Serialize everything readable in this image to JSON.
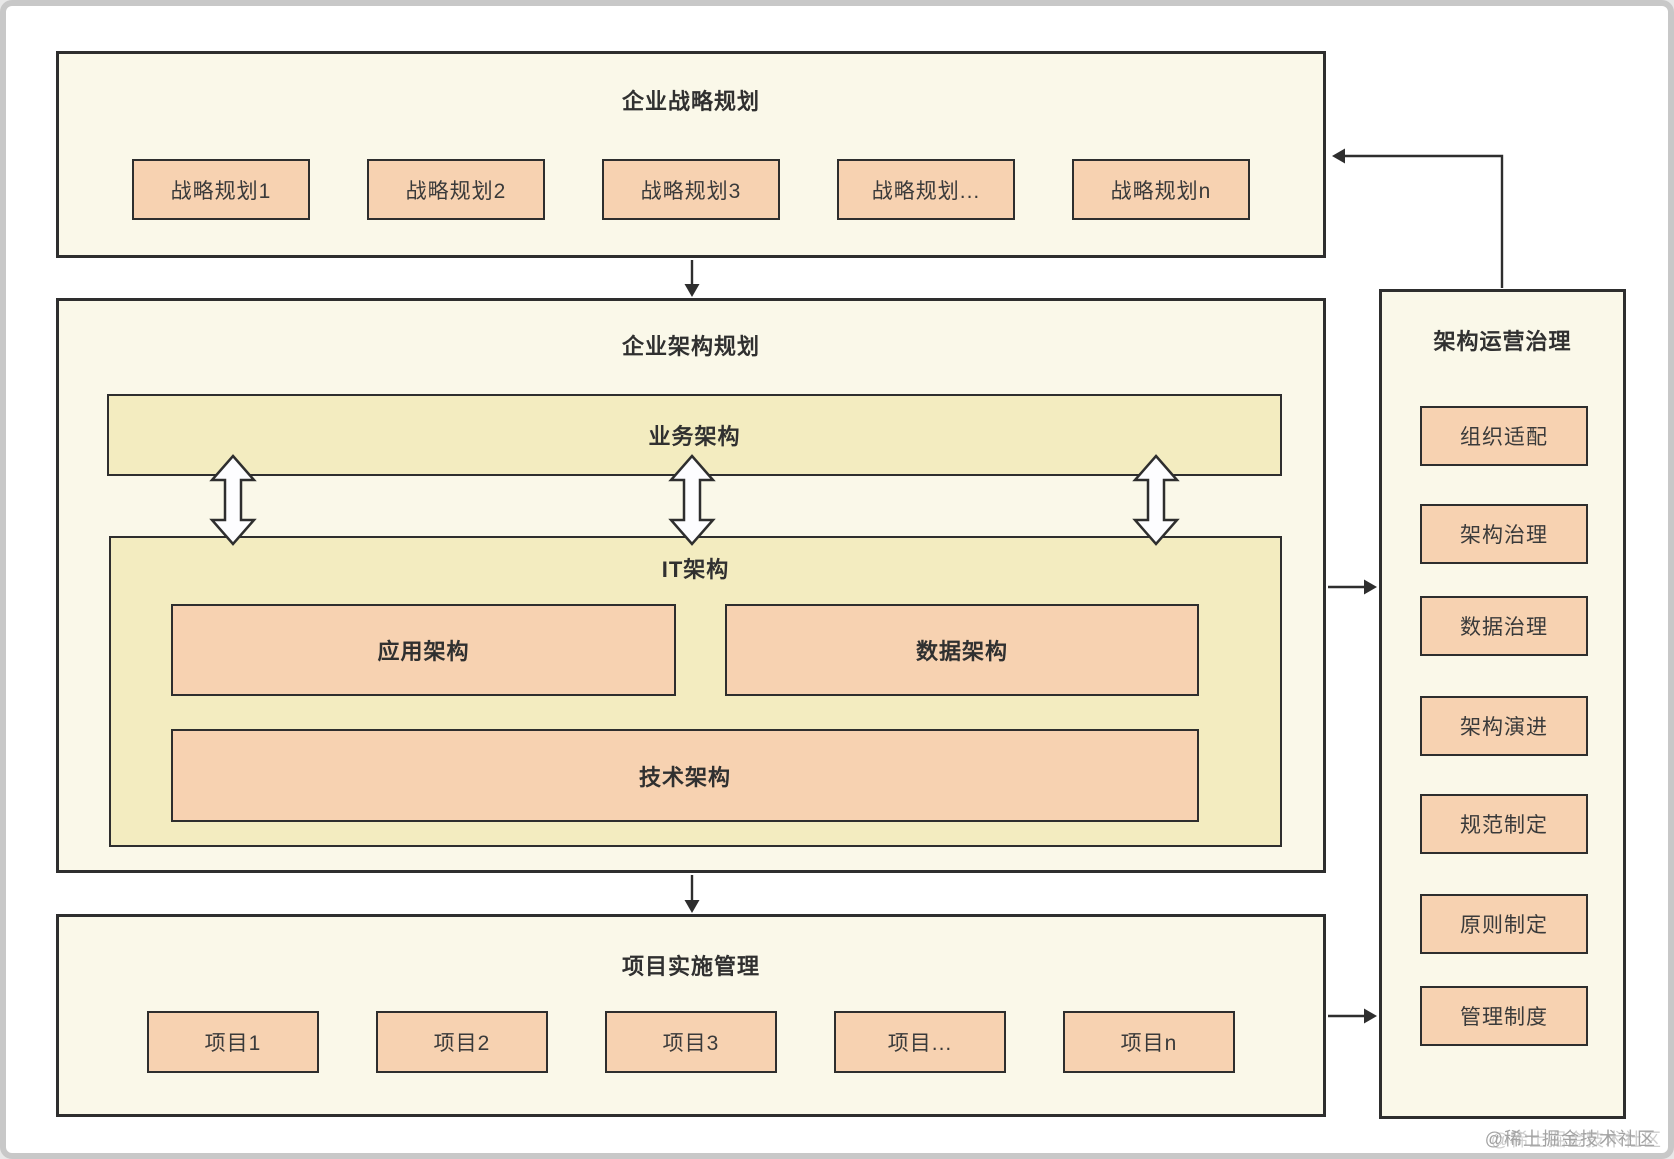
{
  "strategy": {
    "title": "企业战略规划",
    "items": [
      "战略规划1",
      "战略规划2",
      "战略规划3",
      "战略规划...",
      "战略规划n"
    ]
  },
  "architecture": {
    "title": "企业架构规划",
    "business": "业务架构",
    "it": {
      "title": "IT架构",
      "app": "应用架构",
      "data": "数据架构",
      "tech": "技术架构"
    }
  },
  "projects": {
    "title": "项目实施管理",
    "items": [
      "项目1",
      "项目2",
      "项目3",
      "项目...",
      "项目n"
    ]
  },
  "governance": {
    "title": "架构运营治理",
    "items": [
      "组织适配",
      "架构治理",
      "数据治理",
      "架构演进",
      "规范制定",
      "原则制定",
      "管理制度"
    ]
  },
  "watermark": {
    "text": "@稀土掘金技术社区"
  },
  "colors": {
    "container_fill": "#FAF8E9",
    "layer_fill": "#F3ECC0",
    "item_fill": "#F7D2B1",
    "border": "#2e2e2e",
    "frame": "#c8c8c8",
    "watermark": "#a3a3a3"
  }
}
